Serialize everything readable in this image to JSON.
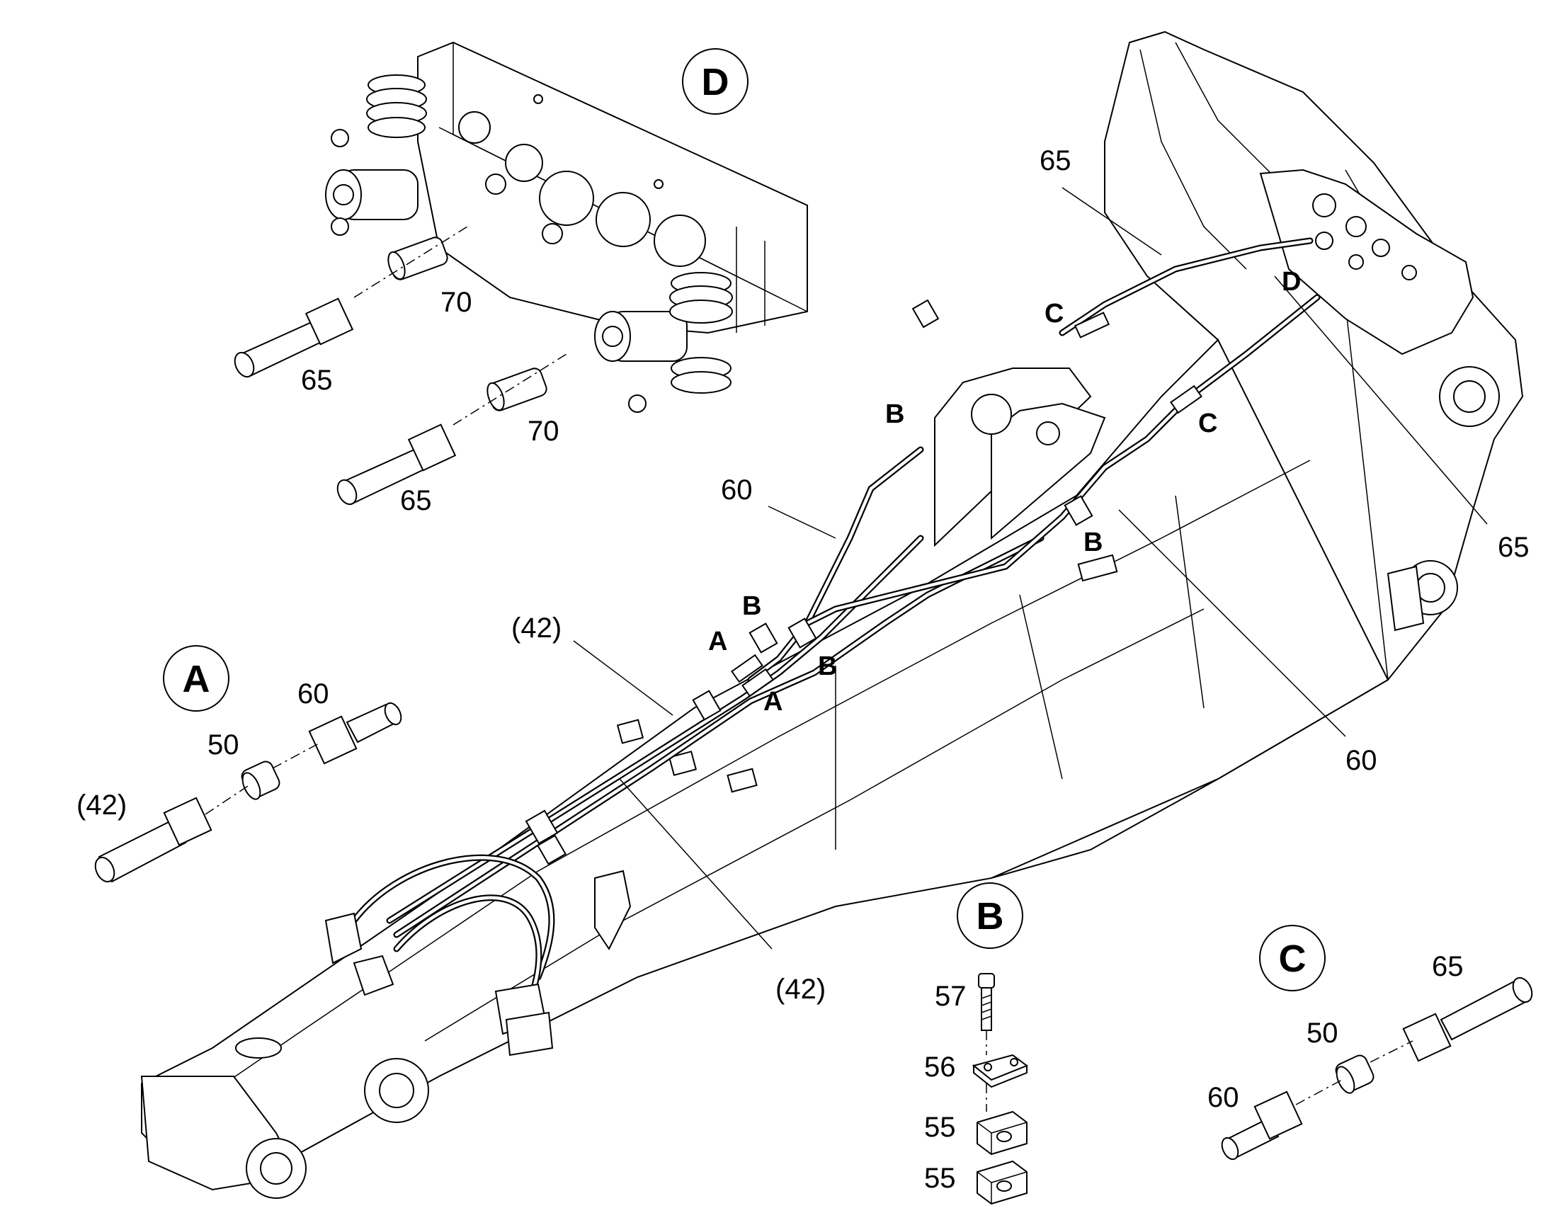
{
  "detail_labels": {
    "A": "A",
    "B": "B",
    "C": "C",
    "D": "D"
  },
  "detail_D": {
    "part_70_a": "70",
    "part_70_b": "70",
    "part_65_a": "65",
    "part_65_b": "65"
  },
  "detail_A": {
    "part_42": "(42)",
    "part_50": "50",
    "part_60": "60"
  },
  "detail_B": {
    "part_57": "57",
    "part_56": "56",
    "part_55_a": "55",
    "part_55_b": "55"
  },
  "detail_C": {
    "part_60": "60",
    "part_50": "50",
    "part_65": "65"
  },
  "main": {
    "part_65_top": "65",
    "part_65_right": "65",
    "part_60_left": "60",
    "part_60_right": "60",
    "part_42_upper": "(42)",
    "part_42_lower": "(42)",
    "ref_C_upper": "C",
    "ref_C_lower": "C",
    "ref_D": "D",
    "ref_B_1": "B",
    "ref_B_2": "B",
    "ref_B_3": "B",
    "ref_B_4": "B",
    "ref_A_1": "A",
    "ref_A_2": "A"
  }
}
